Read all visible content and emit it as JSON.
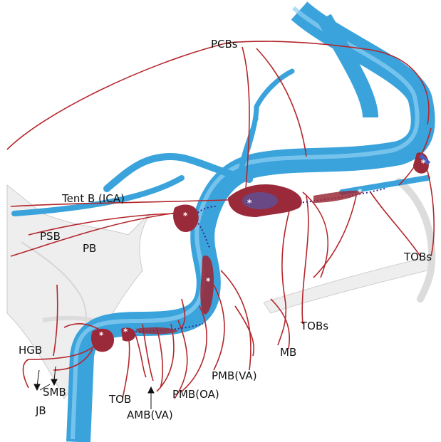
{
  "labels": {
    "pcbs": "PCBs",
    "tentb": "Tent B (ICA)",
    "psb": "PSB",
    "pb": "PB",
    "tobs_right": "TOBs",
    "tobs_mid": "TOBs",
    "mb": "MB",
    "pmb_va": "PMB(VA)",
    "pmb_oa": "PMB(OA)",
    "tob": "TOB",
    "amb_va": "AMB(VA)",
    "hgb": "HGB",
    "smb": "SMB",
    "jb": "JB"
  },
  "marker": "*",
  "colors": {
    "vessel": "#3aa3dc",
    "vessel_highlight": "#8fd0f2",
    "branch": "#b3262b",
    "sinus": "#9a2a3a",
    "sinus_blue": "#4a5fb8",
    "bone": "#e9eaeb",
    "dotted": "#3a2a8a"
  }
}
